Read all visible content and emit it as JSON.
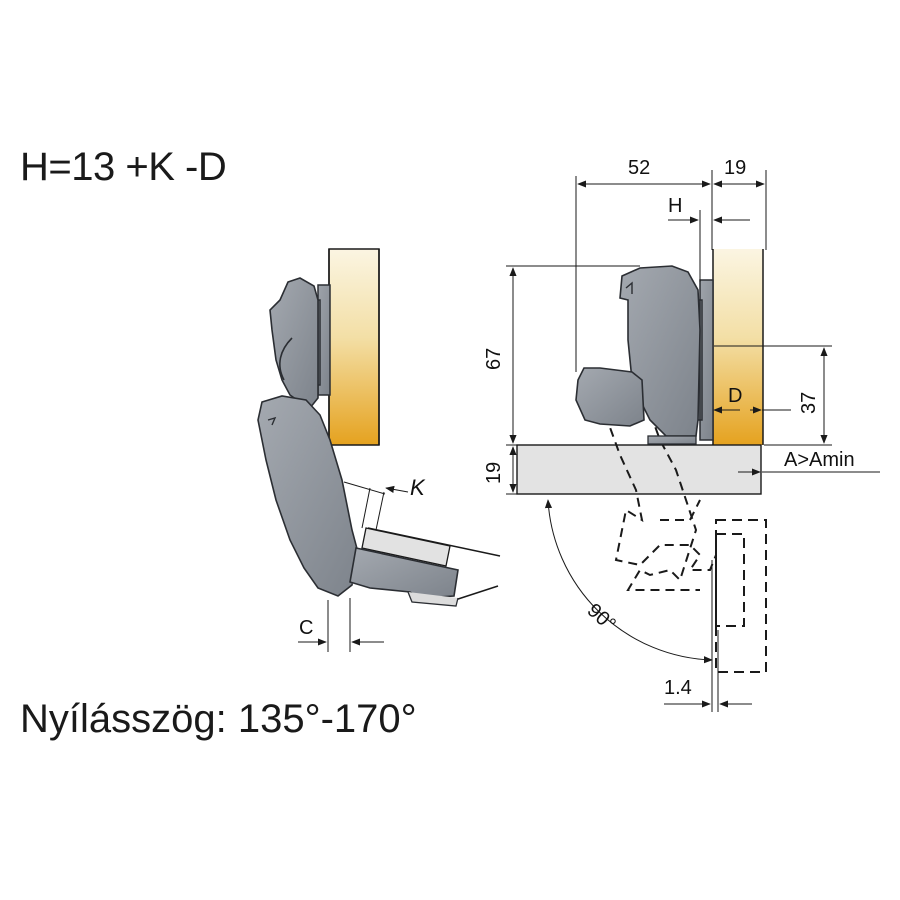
{
  "formula": "H=13 +K -D",
  "opening_angle": "Nyílásszög: 135°-170°",
  "left_labels": {
    "k": "K",
    "c": "C"
  },
  "right_labels": {
    "width_52": "52",
    "width_19": "19",
    "h": "H",
    "height_67": "67",
    "height_37": "37",
    "d": "D",
    "height_19": "19",
    "a_amin": "A>Amin",
    "angle_90": "90°",
    "offset_1_4": "1.4"
  },
  "colors": {
    "hinge_fill": "#8e949c",
    "hinge_stroke": "#2b2e33",
    "wood_light": "#f7ecc8",
    "wood_dark": "#e6a625",
    "panel_grey": "#e2e2e2",
    "line": "#1a1a1a"
  }
}
